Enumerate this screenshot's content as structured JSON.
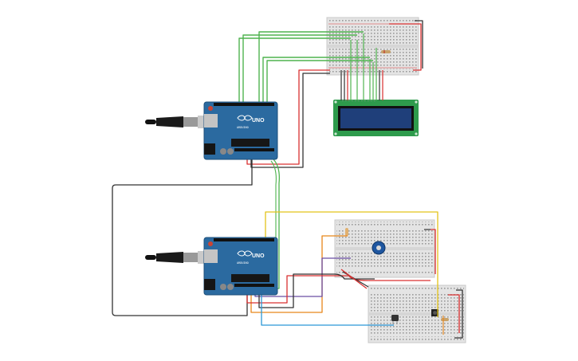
{
  "boards": [
    {
      "id": "arduino-top",
      "label": "UNO",
      "sublabel": "ARDUINO"
    },
    {
      "id": "arduino-bottom",
      "label": "UNO",
      "sublabel": "ARDUINO"
    }
  ],
  "colors": {
    "background": "#ffffff",
    "arduino_board": "#2b6aa0",
    "breadboard": "#e4e4e4",
    "lcd_pcb": "#2e9b4c",
    "lcd_screen": "#1f3f7a",
    "wire_green": "#4fb34f",
    "wire_red": "#d93030",
    "wire_black": "#333333",
    "wire_yellow": "#e3c419",
    "wire_orange": "#e8861a",
    "wire_purple": "#6a4ea5",
    "wire_blue": "#2b98d6",
    "potentiometer": "#1e56a0"
  },
  "components": [
    "usb-cable",
    "arduino-uno",
    "breadboard",
    "lcd-16x2",
    "potentiometer",
    "push-button",
    "resistor",
    "sensor"
  ]
}
